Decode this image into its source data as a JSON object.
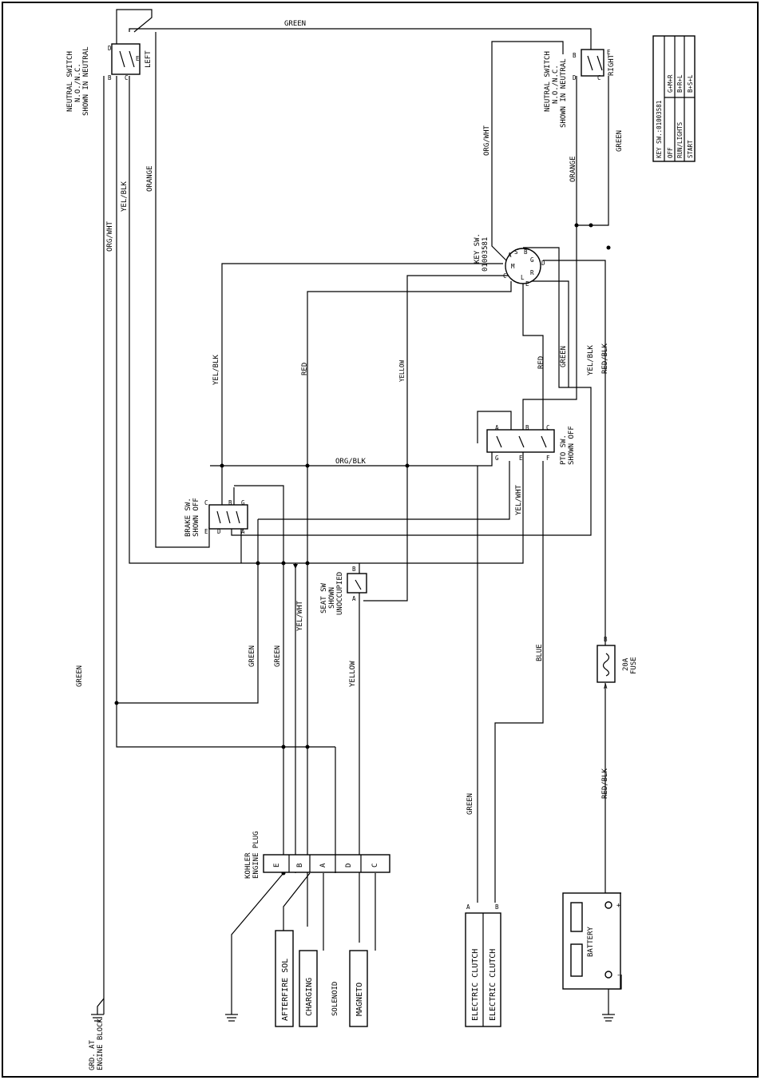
{
  "wire_labels": {
    "green_top": "GREEN",
    "green_right": "GREEN",
    "green_left": "GREEN",
    "green_mid1": "GREEN",
    "green_mid2": "GREEN",
    "green_key": "GREEN",
    "green_clutch": "GREEN",
    "org_wht_left": "ORG/WHT",
    "org_wht_right": "ORG/WHT",
    "yel_blk_top": "YEL/BLK",
    "yel_blk_mid": "YEL/BLK",
    "yel_blk_right": "YEL/BLK",
    "orange_left": "ORANGE",
    "orange_right": "ORANGE",
    "red": "RED",
    "red_key": "RED",
    "yellow_mid": "YELLOW",
    "yellow_low": "YELLOW",
    "org_blk": "ORG/BLK",
    "yel_wht_pto": "YEL/WHT",
    "yel_wht_low": "YEL/WHT",
    "blue": "BLUE",
    "red_blk_right": "RED/BLK",
    "red_blk_low": "RED/BLK"
  },
  "switches": {
    "neutral_left": {
      "line1": "NEUTRAL SWITCH",
      "line2": "N.O./N.C.",
      "line3": "SHOWN IN NEUTRAL",
      "side": "LEFT"
    },
    "neutral_right": {
      "line1": "NEUTRAL SWITCH",
      "line2": "N.O./N.C.",
      "line3": "SHOWN IN NEUTRAL",
      "side": "RIGHT"
    },
    "key": {
      "line1": "KEY SW.",
      "line2": "01003581"
    },
    "brake": {
      "line1": "BRAKE SW.",
      "line2": "SHOWN OFF"
    },
    "pto": {
      "line1": "PTO SW.",
      "line2": "SHOWN OFF"
    },
    "seat": {
      "line1": "SEAT SW",
      "line2": "SHOWN",
      "line3": "UNOCCUPIED"
    },
    "fuse": {
      "line1": "20A",
      "line2": "FUSE"
    }
  },
  "key_table": {
    "title": "KEY SW.:01003581",
    "rows": [
      {
        "pos": "OFF",
        "conn": "G+M+R"
      },
      {
        "pos": "RUN/LIGHTS",
        "conn": "B+R+L"
      },
      {
        "pos": "START",
        "conn": "B+S+L"
      }
    ]
  },
  "engine_plug": {
    "line1": "KOHLER",
    "line2": "ENGINE PLUG",
    "pins": [
      "E",
      "B",
      "A",
      "D",
      "C"
    ]
  },
  "components": {
    "afterfire": "AFTERFIRE SOL",
    "charging": "CHARGING",
    "solenoid": "SOLENOID",
    "magneto": "MAGNETO",
    "clutch_a": "ELECTRIC CLUTCH",
    "clutch_b": "ELECTRIC CLUTCH",
    "battery": "BATTERY",
    "plus": "+",
    "minus": "-"
  },
  "ground": {
    "line1": "GRD. AT",
    "line2": "ENGINE BLOCK"
  },
  "pin_letters": {
    "a": "A",
    "b": "B",
    "c": "C",
    "d": "D",
    "e": "E",
    "f": "F",
    "g": "G",
    "l": "L",
    "m": "M",
    "r": "R",
    "s": "S"
  }
}
